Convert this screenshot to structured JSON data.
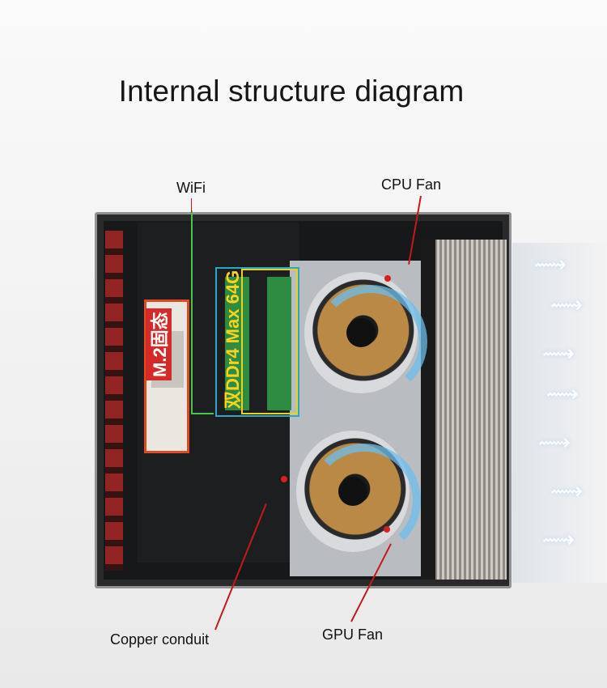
{
  "title": "Internal structure diagram",
  "labels": {
    "wifi": "WiFi",
    "cpu_fan": "CPU Fan",
    "copper_conduit": "Copper conduit",
    "gpu_fan": "GPU Fan"
  },
  "overlay_text": {
    "ssd": "M.2固态",
    "ram": "双DDr4 Max 64G"
  },
  "colors": {
    "ssd_highlight": "#e04a23",
    "ram_highlight_outer": "#2aa8c8",
    "ram_highlight_inner": "#ecd21c",
    "wifi_highlight": "#4ac44a",
    "leader_line": "#c41a1a",
    "airflow": "#6ebeeb"
  }
}
